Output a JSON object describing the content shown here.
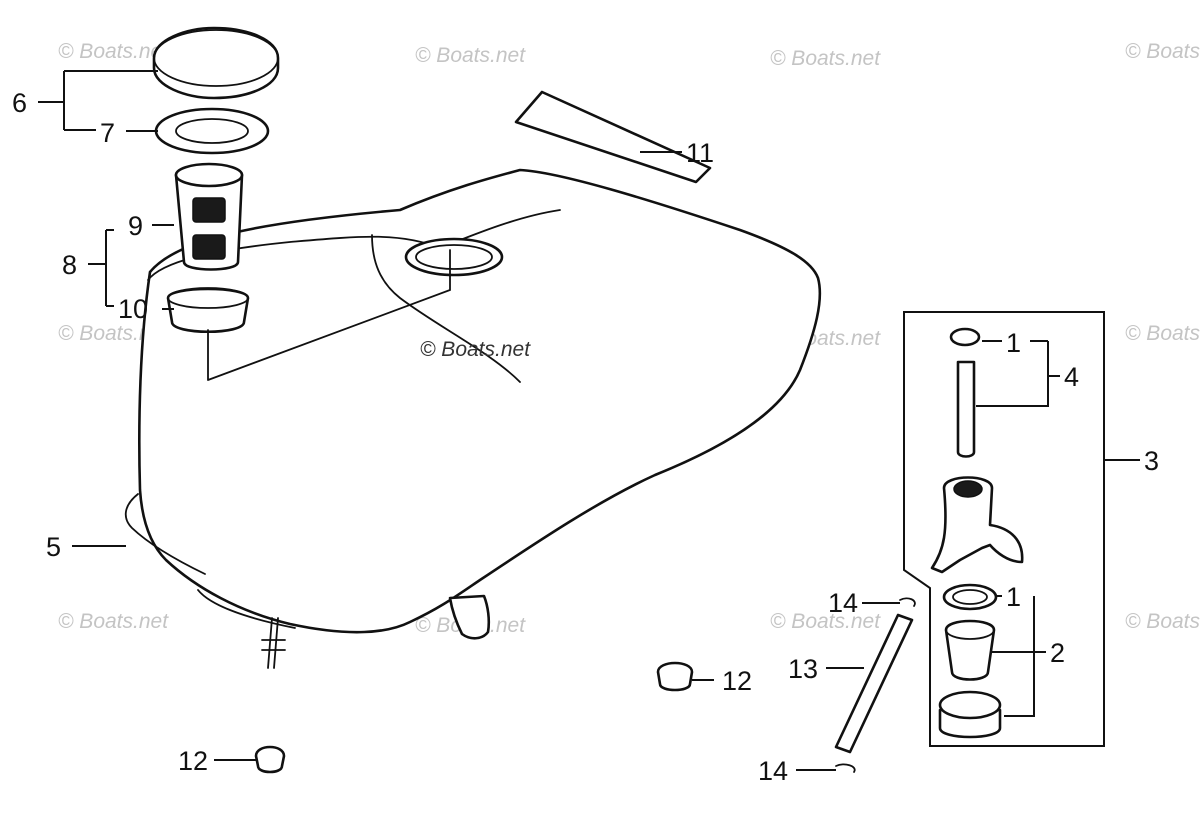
{
  "watermark_text": "© Boats.net",
  "callouts": [
    {
      "id": "c1a",
      "text": "1"
    },
    {
      "id": "c1b",
      "text": "1"
    },
    {
      "id": "c2",
      "text": "2"
    },
    {
      "id": "c3",
      "text": "3"
    },
    {
      "id": "c4",
      "text": "4"
    },
    {
      "id": "c5",
      "text": "5"
    },
    {
      "id": "c6",
      "text": "6"
    },
    {
      "id": "c7",
      "text": "7"
    },
    {
      "id": "c8",
      "text": "8"
    },
    {
      "id": "c9",
      "text": "9"
    },
    {
      "id": "c10",
      "text": "10"
    },
    {
      "id": "c11",
      "text": "11"
    },
    {
      "id": "c12a",
      "text": "12"
    },
    {
      "id": "c12b",
      "text": "12"
    },
    {
      "id": "c13",
      "text": "13"
    },
    {
      "id": "c14a",
      "text": "14"
    },
    {
      "id": "c14b",
      "text": "14"
    }
  ]
}
